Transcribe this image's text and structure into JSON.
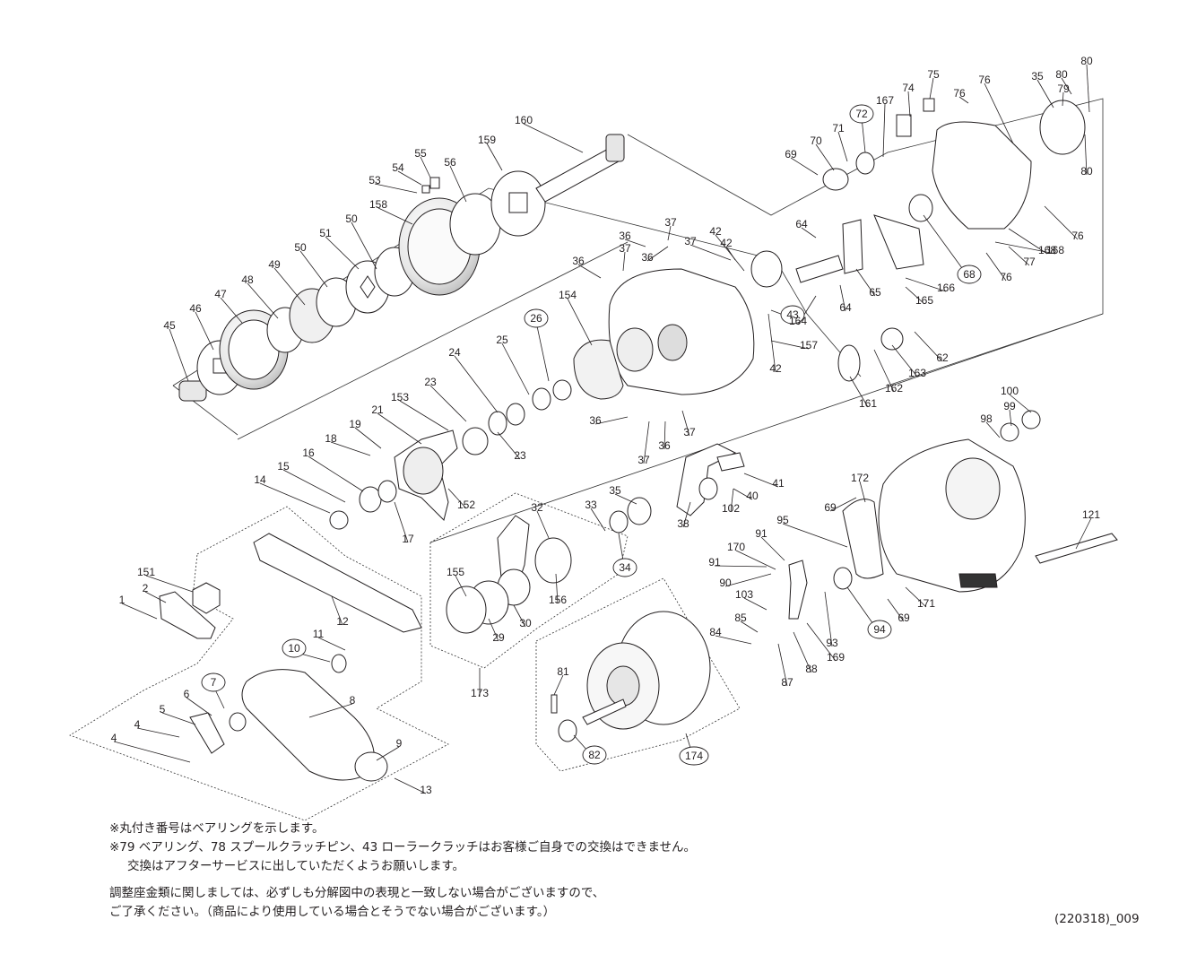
{
  "parts": [
    {
      "n": "1",
      "c": false
    },
    {
      "n": "2",
      "c": false
    },
    {
      "n": "4",
      "c": false
    },
    {
      "n": "4",
      "c": false
    },
    {
      "n": "5",
      "c": false
    },
    {
      "n": "6",
      "c": false
    },
    {
      "n": "7",
      "c": true
    },
    {
      "n": "8",
      "c": false
    },
    {
      "n": "9",
      "c": false
    },
    {
      "n": "10",
      "c": true
    },
    {
      "n": "11",
      "c": false
    },
    {
      "n": "12",
      "c": false
    },
    {
      "n": "13",
      "c": false
    },
    {
      "n": "14",
      "c": false
    },
    {
      "n": "15",
      "c": false
    },
    {
      "n": "16",
      "c": false
    },
    {
      "n": "17",
      "c": false
    },
    {
      "n": "18",
      "c": false
    },
    {
      "n": "19",
      "c": false
    },
    {
      "n": "21",
      "c": false
    },
    {
      "n": "23",
      "c": false
    },
    {
      "n": "23",
      "c": false
    },
    {
      "n": "24",
      "c": false
    },
    {
      "n": "25",
      "c": false
    },
    {
      "n": "26",
      "c": true
    },
    {
      "n": "29",
      "c": false
    },
    {
      "n": "30",
      "c": false
    },
    {
      "n": "32",
      "c": false
    },
    {
      "n": "33",
      "c": false
    },
    {
      "n": "34",
      "c": true
    },
    {
      "n": "35",
      "c": false
    },
    {
      "n": "35",
      "c": false
    },
    {
      "n": "36",
      "c": false
    },
    {
      "n": "36",
      "c": false
    },
    {
      "n": "36",
      "c": false
    },
    {
      "n": "36",
      "c": false
    },
    {
      "n": "36",
      "c": false
    },
    {
      "n": "37",
      "c": false
    },
    {
      "n": "37",
      "c": false
    },
    {
      "n": "37",
      "c": false
    },
    {
      "n": "37",
      "c": false
    },
    {
      "n": "37",
      "c": false
    },
    {
      "n": "38",
      "c": false
    },
    {
      "n": "40",
      "c": false
    },
    {
      "n": "41",
      "c": false
    },
    {
      "n": "42",
      "c": false
    },
    {
      "n": "42",
      "c": false
    },
    {
      "n": "42",
      "c": false
    },
    {
      "n": "43",
      "c": true
    },
    {
      "n": "45",
      "c": false
    },
    {
      "n": "46",
      "c": false
    },
    {
      "n": "47",
      "c": false
    },
    {
      "n": "48",
      "c": false
    },
    {
      "n": "49",
      "c": false
    },
    {
      "n": "50",
      "c": false
    },
    {
      "n": "50",
      "c": false
    },
    {
      "n": "51",
      "c": false
    },
    {
      "n": "53",
      "c": false
    },
    {
      "n": "54",
      "c": false
    },
    {
      "n": "55",
      "c": false
    },
    {
      "n": "56",
      "c": false
    },
    {
      "n": "62",
      "c": false
    },
    {
      "n": "64",
      "c": false
    },
    {
      "n": "64",
      "c": false
    },
    {
      "n": "65",
      "c": false
    },
    {
      "n": "68",
      "c": true
    },
    {
      "n": "69",
      "c": false
    },
    {
      "n": "69",
      "c": false
    },
    {
      "n": "69",
      "c": false
    },
    {
      "n": "70",
      "c": false
    },
    {
      "n": "71",
      "c": false
    },
    {
      "n": "72",
      "c": true
    },
    {
      "n": "74",
      "c": false
    },
    {
      "n": "75",
      "c": false
    },
    {
      "n": "76",
      "c": false
    },
    {
      "n": "76",
      "c": false
    },
    {
      "n": "76",
      "c": false
    },
    {
      "n": "76",
      "c": false
    },
    {
      "n": "77",
      "c": false
    },
    {
      "n": "79",
      "c": false
    },
    {
      "n": "80",
      "c": false
    },
    {
      "n": "80",
      "c": false
    },
    {
      "n": "80",
      "c": false
    },
    {
      "n": "81",
      "c": false
    },
    {
      "n": "82",
      "c": true
    },
    {
      "n": "84",
      "c": false
    },
    {
      "n": "85",
      "c": false
    },
    {
      "n": "87",
      "c": false
    },
    {
      "n": "88",
      "c": false
    },
    {
      "n": "90",
      "c": false
    },
    {
      "n": "91",
      "c": false
    },
    {
      "n": "91",
      "c": false
    },
    {
      "n": "93",
      "c": false
    },
    {
      "n": "94",
      "c": true
    },
    {
      "n": "95",
      "c": false
    },
    {
      "n": "98",
      "c": false
    },
    {
      "n": "99",
      "c": false
    },
    {
      "n": "100",
      "c": false
    },
    {
      "n": "102",
      "c": false
    },
    {
      "n": "103",
      "c": false
    },
    {
      "n": "121",
      "c": false
    },
    {
      "n": "151",
      "c": false
    },
    {
      "n": "152",
      "c": false
    },
    {
      "n": "153",
      "c": false
    },
    {
      "n": "154",
      "c": false
    },
    {
      "n": "155",
      "c": false
    },
    {
      "n": "156",
      "c": false
    },
    {
      "n": "157",
      "c": false
    },
    {
      "n": "158",
      "c": false
    },
    {
      "n": "159",
      "c": false
    },
    {
      "n": "160",
      "c": false
    },
    {
      "n": "161",
      "c": false
    },
    {
      "n": "162",
      "c": false
    },
    {
      "n": "163",
      "c": false
    },
    {
      "n": "164",
      "c": false
    },
    {
      "n": "165",
      "c": false
    },
    {
      "n": "166",
      "c": false
    },
    {
      "n": "167",
      "c": false
    },
    {
      "n": "168",
      "c": false
    },
    {
      "n": "168",
      "c": false
    },
    {
      "n": "169",
      "c": false
    },
    {
      "n": "170",
      "c": false
    },
    {
      "n": "171",
      "c": false
    },
    {
      "n": "172",
      "c": false
    },
    {
      "n": "173",
      "c": false
    },
    {
      "n": "174",
      "c": true
    }
  ],
  "notes": {
    "line1": "※丸付き番号はベアリングを示します。",
    "line2": "※79 ベアリング、78 スプールクラッチピン、43 ローラークラッチはお客様ご自身での交換はできません。",
    "line3": "交換はアフターサービスに出していただくようお願いします。",
    "line4": "調整座金類に関しましては、必ずしも分解図中の表現と一致しない場合がございますので、",
    "line5": "ご了承ください。（商品により使用している場合とそうでない場合がございます。）"
  },
  "diagram_code": "(220318)_009"
}
